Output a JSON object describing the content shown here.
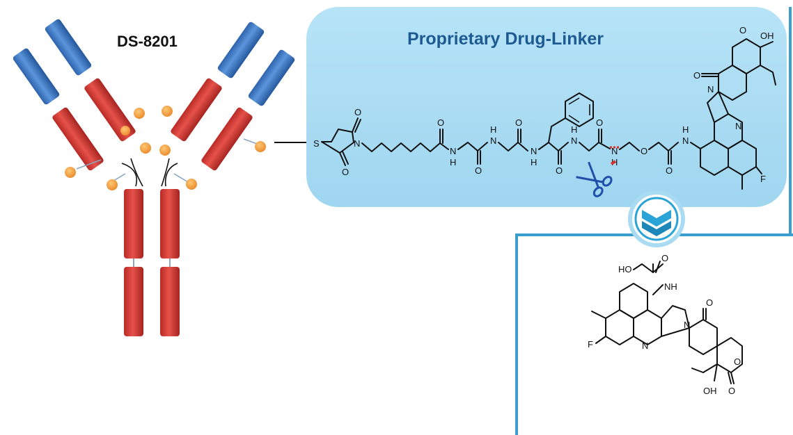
{
  "diagram": {
    "antibody_name": "DS-8201",
    "linker_title": "Proprietary Drug-Linker",
    "colors": {
      "heavy_chain": "#d83a34",
      "light_chain": "#3f78c4",
      "payload_dot": "#f2a03a",
      "panel_fill": "#a9dcf3",
      "accent": "#2aa3d6",
      "frame": "#3a9fcf",
      "title": "#1e5a92"
    },
    "linker_atoms": {
      "s": "S",
      "o": "O",
      "n": "N",
      "nh": "N",
      "h": "H",
      "oh": "OH",
      "f": "F"
    },
    "payload_atoms": {
      "ho": "HO",
      "o": "O",
      "nh": "NH",
      "n": "N",
      "f": "F",
      "oh": "OH"
    },
    "icons": [
      "scissors-icon",
      "chevron-down-icon"
    ]
  }
}
